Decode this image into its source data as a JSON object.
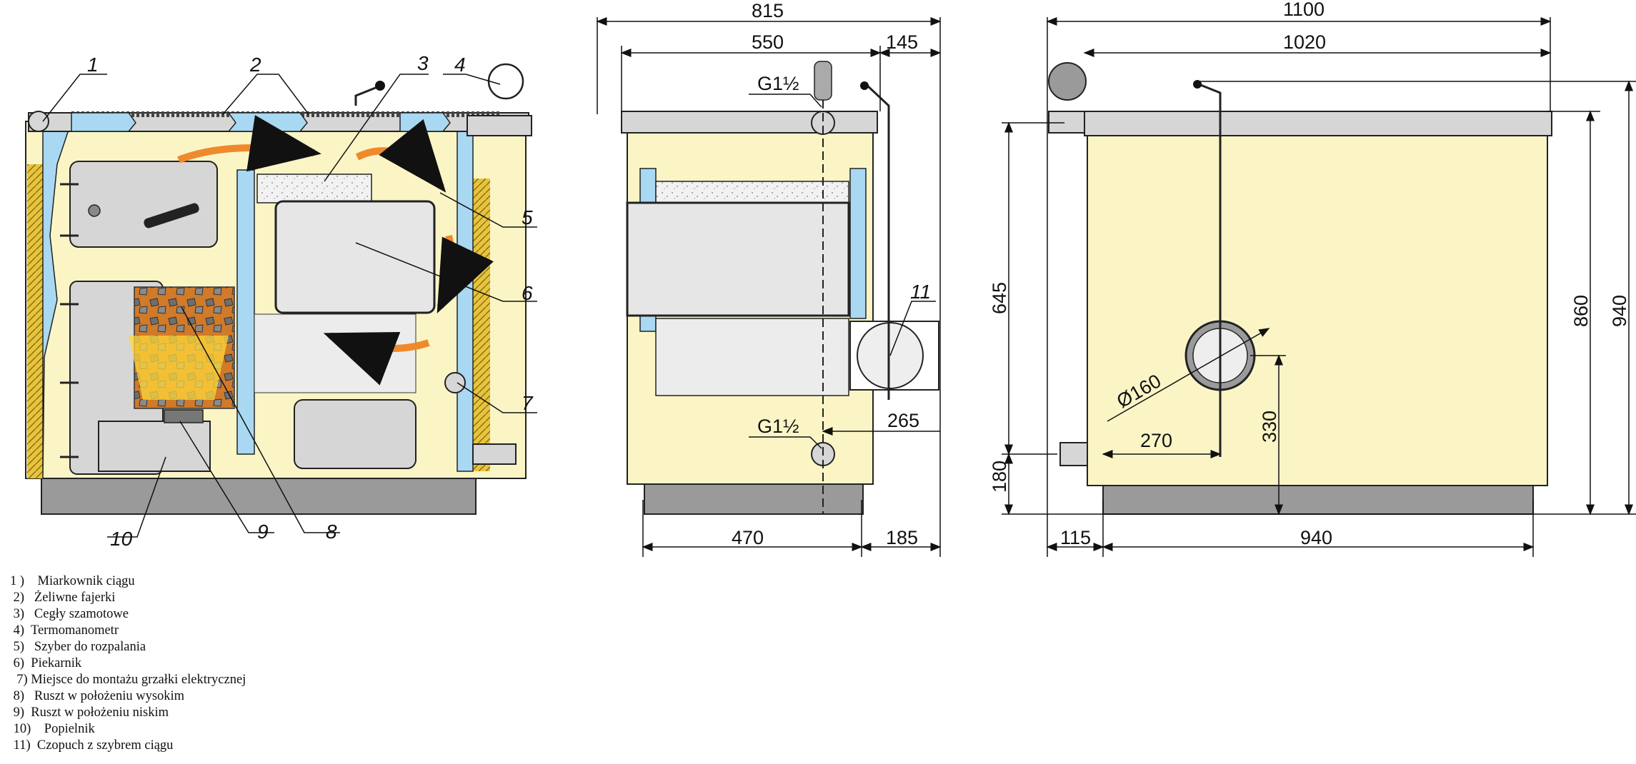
{
  "colors": {
    "jacket": "#fbf5c6",
    "water_jacket": "#a9d8f2",
    "steel": "#d6d6d6",
    "base": "#9a9a9a",
    "flame_orange": "#ef8a2c",
    "flame_yellow": "#ffd83a",
    "insulation": "#e8c43b"
  },
  "callouts": {
    "c1": "1",
    "c2": "2",
    "c3": "3",
    "c4": "4",
    "c5": "5",
    "c6": "6",
    "c7": "7",
    "c8": "8",
    "c9": "9",
    "c10": "10",
    "c11": "11"
  },
  "dimensions": {
    "side_width_total": "815",
    "side_width_top": "550",
    "side_offset_top": "145",
    "side_base": "470",
    "side_base_offset": "185",
    "side_outlet": "265",
    "pipe_top": "G1½",
    "pipe_bottom": "G1½",
    "front_width_total": "1100",
    "front_width_top": "1020",
    "front_base_offset": "115",
    "front_base": "940",
    "front_height_mid": "645",
    "front_height_low": "180",
    "front_height_body": "860",
    "front_height_total": "940",
    "flue_diameter": "Ø160",
    "flue_offset_x": "270",
    "flue_height": "330"
  },
  "legend": [
    "1 )    Miarkownik ciągu",
    " 2)   Żeliwne fajerki",
    " 3)   Cegły szamotowe",
    " 4)  Termomanometr",
    " 5)   Szyber do rozpalania",
    " 6)  Piekarnik",
    "  7) Miejsce do montażu grzałki elektrycznej",
    " 8)   Ruszt w położeniu wysokim",
    " 9)  Ruszt w położeniu niskim",
    " 10)    Popielnik",
    " 11)  Czopuch z szybrem ciągu"
  ]
}
